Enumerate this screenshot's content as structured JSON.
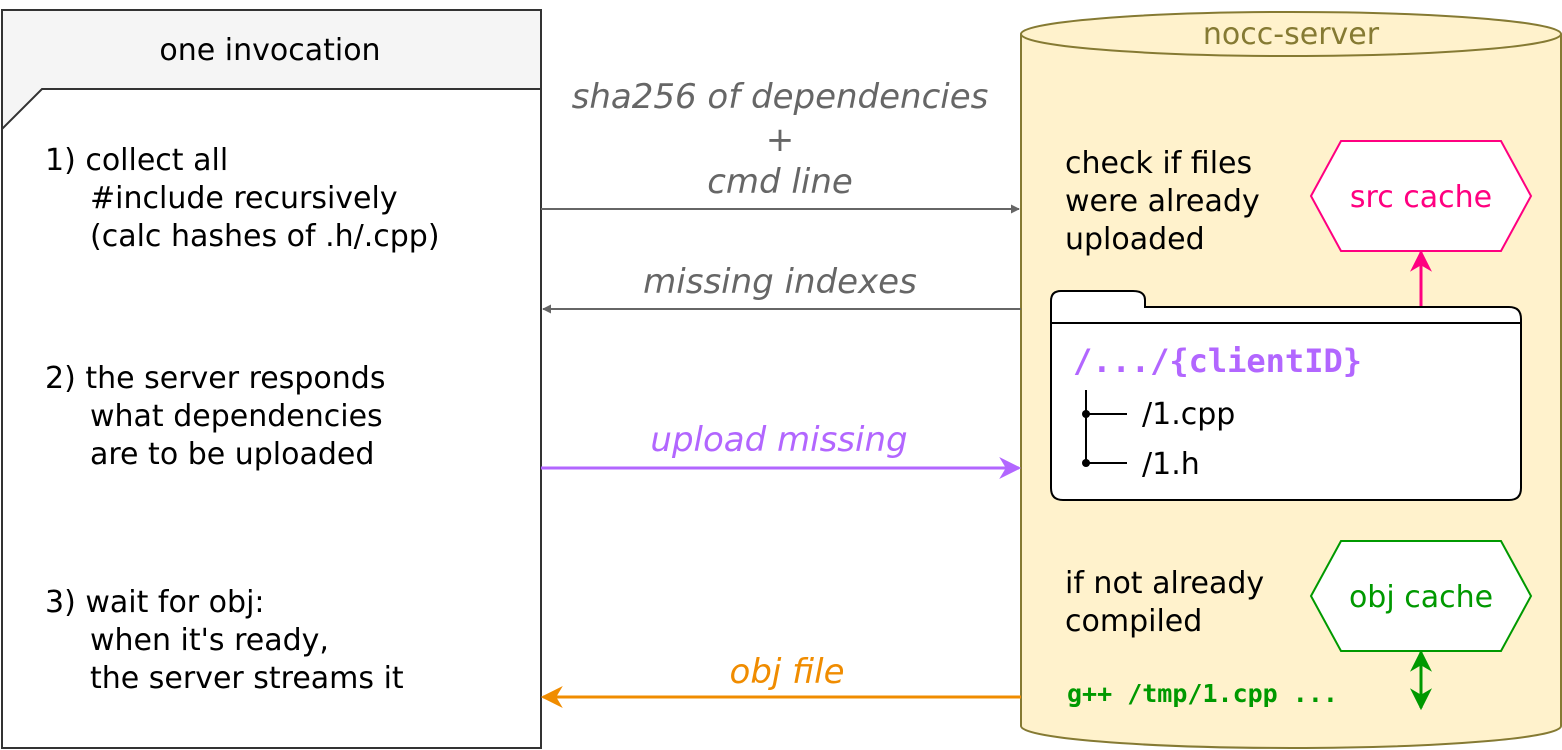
{
  "client": {
    "title": "one invocation",
    "step1": [
      "1) collect all",
      "#include recursively",
      "(calc hashes of .h/.cpp)"
    ],
    "step2": [
      "2) the server responds",
      "what dependencies",
      "are to be uploaded"
    ],
    "step3": [
      "3) wait for obj:",
      "when it's ready,",
      "the server streams it"
    ]
  },
  "messages": {
    "request": [
      "sha256 of dependencies",
      "+",
      "cmd line"
    ],
    "missing": "missing indexes",
    "upload": "upload missing",
    "obj": "obj file"
  },
  "server": {
    "title": "nocc-server",
    "check_text": [
      "check if files",
      "were already",
      "uploaded"
    ],
    "src_cache": "src cache",
    "folder_path": "/.../{clientID}",
    "files": [
      "/1.cpp",
      "/1.h"
    ],
    "compile_text": [
      "if not already",
      "compiled"
    ],
    "obj_cache": "obj cache",
    "compile_cmd": "g++ /tmp/1.cpp ..."
  },
  "colors": {
    "gray": "#666666",
    "purple": "#b266ff",
    "orange": "#f08c00",
    "pink": "#ff0080",
    "green": "#009900",
    "server_fill": "#fff2cc",
    "server_stroke": "#857a33"
  }
}
